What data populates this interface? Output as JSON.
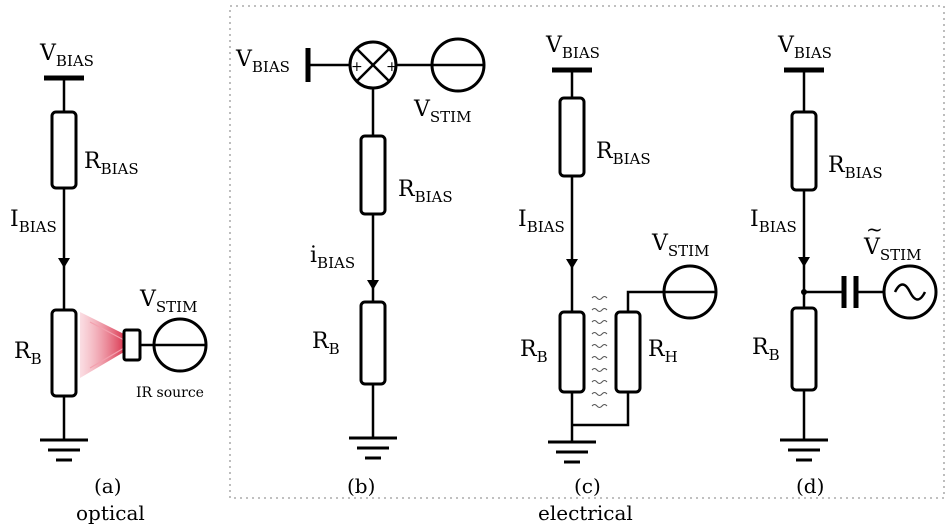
{
  "panels": {
    "a": {
      "caption": "(a)",
      "vbias": {
        "main": "V",
        "sub": "BIAS"
      },
      "rbias": {
        "main": "R",
        "sub": "BIAS"
      },
      "ibias": {
        "main": "I",
        "sub": "BIAS"
      },
      "rb": {
        "main": "R",
        "sub": "B"
      },
      "vstim": {
        "main": "V",
        "sub": "STIM"
      },
      "ir_source": "IR source"
    },
    "b": {
      "caption": "(b)",
      "vbias": {
        "main": "V",
        "sub": "BIAS"
      },
      "vstim": {
        "main": "V",
        "sub": "STIM"
      },
      "mixer_plus": "+",
      "rbias": {
        "main": "R",
        "sub": "BIAS"
      },
      "ibias": {
        "main": "i",
        "sub": "BIAS"
      },
      "rb": {
        "main": "R",
        "sub": "B"
      }
    },
    "c": {
      "caption": "(c)",
      "vbias": {
        "main": "V",
        "sub": "BIAS"
      },
      "rbias": {
        "main": "R",
        "sub": "BIAS"
      },
      "ibias": {
        "main": "I",
        "sub": "BIAS"
      },
      "vstim": {
        "main": "V",
        "sub": "STIM"
      },
      "rb": {
        "main": "R",
        "sub": "B"
      },
      "rh": {
        "main": "R",
        "sub": "H"
      }
    },
    "d": {
      "caption": "(d)",
      "vbias": {
        "main": "V",
        "sub": "BIAS"
      },
      "rbias": {
        "main": "R",
        "sub": "BIAS"
      },
      "ibias": {
        "main": "I",
        "sub": "BIAS"
      },
      "vstim": {
        "main": "V",
        "sub": "STIM",
        "accent": "~"
      },
      "rb": {
        "main": "R",
        "sub": "B"
      }
    }
  },
  "groups": {
    "optical": "optical",
    "electrical": "electrical"
  },
  "colors": {
    "ir_beam": "#d9304a",
    "box_border": "#9a9a9a"
  }
}
